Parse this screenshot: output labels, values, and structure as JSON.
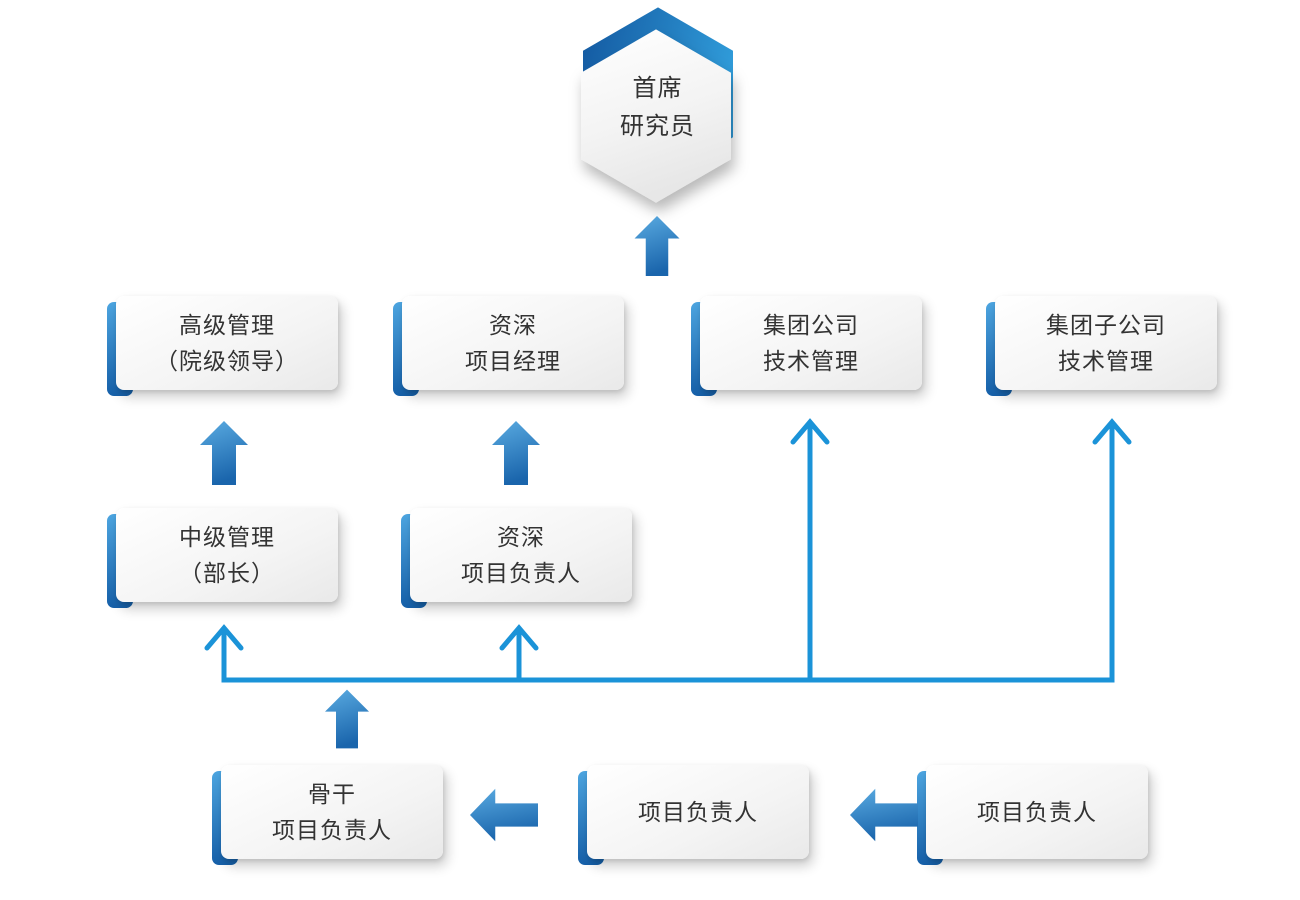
{
  "diagram": {
    "hexagon": {
      "line1": "首席",
      "line2": "研究员"
    },
    "level2": [
      {
        "line1": "高级管理",
        "line2": "（院级领导）"
      },
      {
        "line1": "资深",
        "line2": "项目经理"
      },
      {
        "line1": "集团公司",
        "line2": "技术管理"
      },
      {
        "line1": "集团子公司",
        "line2": "技术管理"
      }
    ],
    "level3": [
      {
        "line1": "中级管理",
        "line2": "（部长）"
      },
      {
        "line1": "资深",
        "line2": "项目负责人"
      }
    ],
    "level4": [
      {
        "line1": "骨干",
        "line2": "项目负责人"
      },
      {
        "line1": "项目负责人",
        "line2": ""
      },
      {
        "line1": "项目负责人",
        "line2": ""
      }
    ],
    "colors": {
      "connector_line": "#1b93d8",
      "thick_arrow_light": "#5aabe1",
      "thick_arrow_dark": "#1a65ac",
      "accent_bar_light": "#4da5e0",
      "accent_bar_dark": "#1660a9",
      "hexagon_blue_dark": "#1358a0",
      "hexagon_blue_light": "#2f9ad8",
      "card_text": "#333333"
    }
  }
}
